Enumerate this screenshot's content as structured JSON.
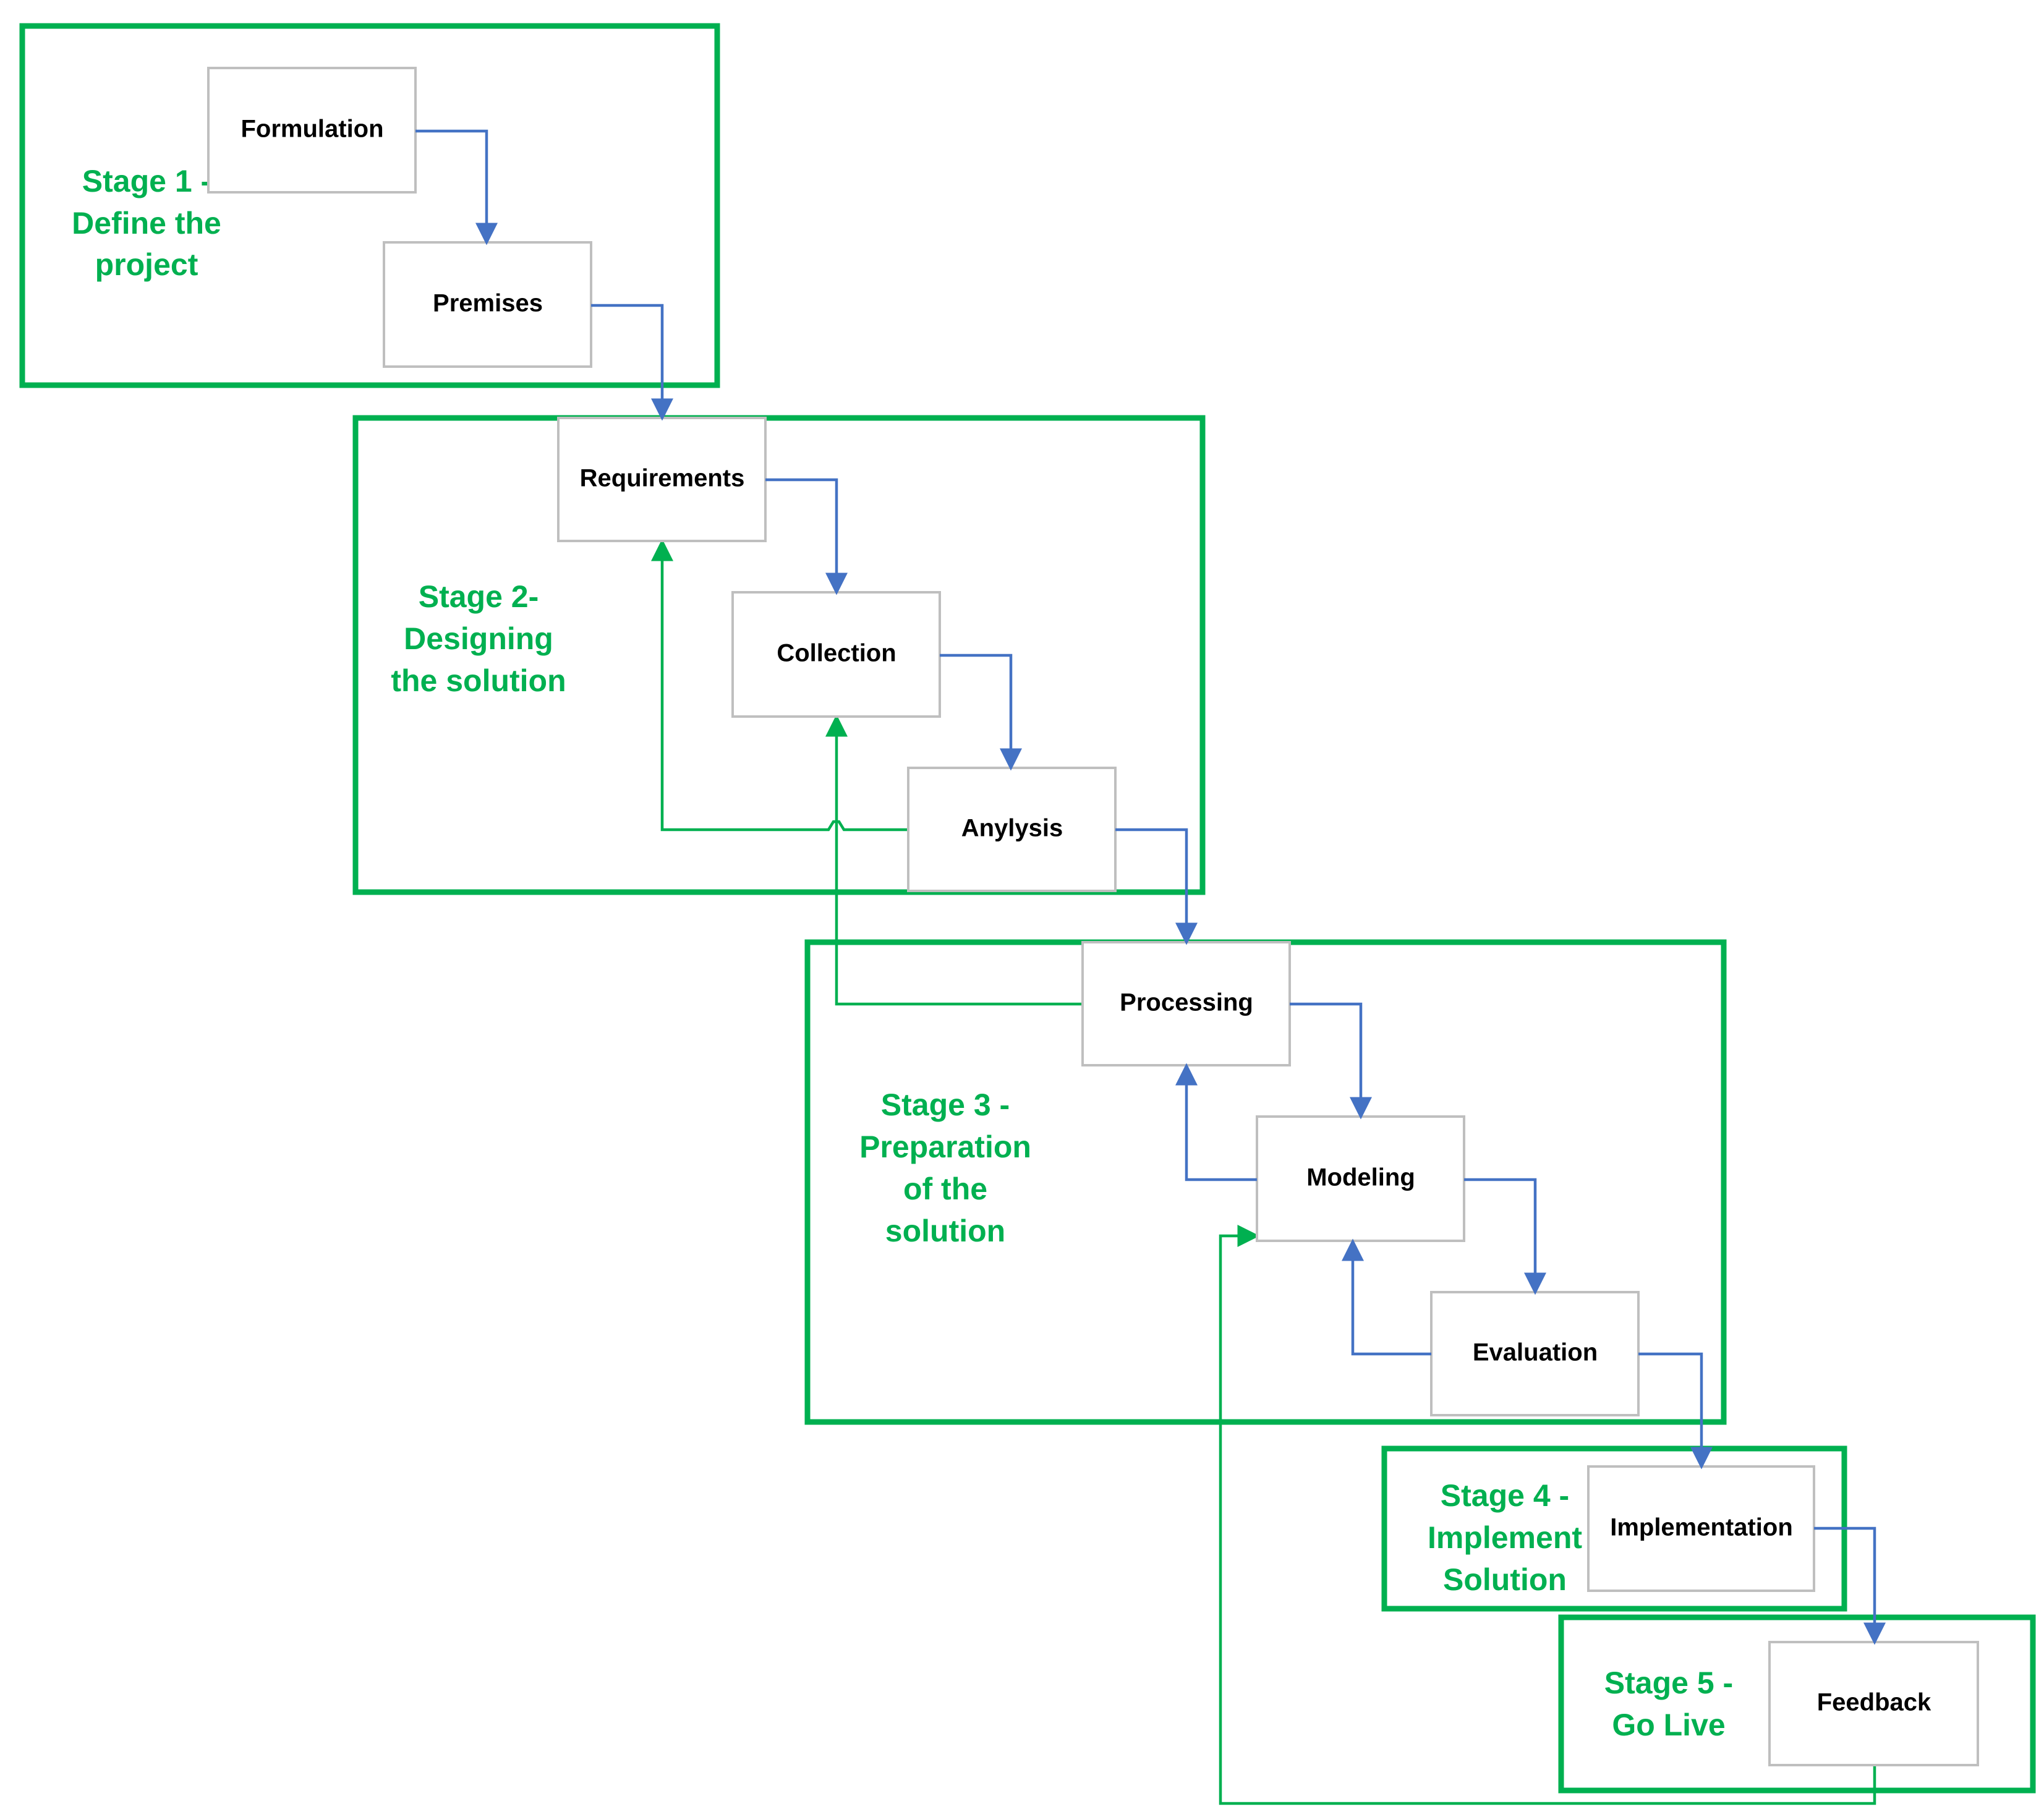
{
  "colors": {
    "stage_green": "#00b050",
    "flow_blue": "#4472c4",
    "feedback_green": "#00b050",
    "box_border": "#bfbfbf",
    "text": "#000000"
  },
  "stages": [
    {
      "id": "stage-1",
      "lines": [
        "Stage 1 -",
        "Define the",
        "project"
      ]
    },
    {
      "id": "stage-2",
      "lines": [
        "Stage 2-",
        "Designing",
        "the solution"
      ]
    },
    {
      "id": "stage-3",
      "lines": [
        "Stage 3 -",
        "Preparation",
        "of the",
        "solution"
      ]
    },
    {
      "id": "stage-4",
      "lines": [
        "Stage 4 -",
        "Implement",
        "Solution"
      ]
    },
    {
      "id": "stage-5",
      "lines": [
        "Stage 5 -",
        "Go Live"
      ]
    }
  ],
  "steps": [
    {
      "id": "formulation",
      "label": "Formulation",
      "stage": "stage-1"
    },
    {
      "id": "premises",
      "label": "Premises",
      "stage": "stage-1"
    },
    {
      "id": "requirements",
      "label": "Requirements",
      "stage": "stage-2"
    },
    {
      "id": "collection",
      "label": "Collection",
      "stage": "stage-2"
    },
    {
      "id": "anylysis",
      "label": "Anylysis",
      "stage": "stage-2"
    },
    {
      "id": "processing",
      "label": "Processing",
      "stage": "stage-3"
    },
    {
      "id": "modeling",
      "label": "Modeling",
      "stage": "stage-3"
    },
    {
      "id": "evaluation",
      "label": "Evaluation",
      "stage": "stage-3"
    },
    {
      "id": "implementation",
      "label": "Implementation",
      "stage": "stage-4"
    },
    {
      "id": "feedback",
      "label": "Feedback",
      "stage": "stage-5"
    }
  ],
  "connections": [
    {
      "from": "formulation",
      "to": "premises",
      "kind": "forward"
    },
    {
      "from": "premises",
      "to": "requirements",
      "kind": "forward"
    },
    {
      "from": "requirements",
      "to": "collection",
      "kind": "forward"
    },
    {
      "from": "collection",
      "to": "anylysis",
      "kind": "forward"
    },
    {
      "from": "anylysis",
      "to": "processing",
      "kind": "forward"
    },
    {
      "from": "processing",
      "to": "modeling",
      "kind": "forward"
    },
    {
      "from": "modeling",
      "to": "evaluation",
      "kind": "forward"
    },
    {
      "from": "evaluation",
      "to": "implementation",
      "kind": "forward"
    },
    {
      "from": "implementation",
      "to": "feedback",
      "kind": "forward"
    },
    {
      "from": "modeling",
      "to": "processing",
      "kind": "iterate"
    },
    {
      "from": "evaluation",
      "to": "modeling",
      "kind": "iterate"
    },
    {
      "from": "anylysis",
      "to": "requirements",
      "kind": "loop-back"
    },
    {
      "from": "processing",
      "to": "collection",
      "kind": "loop-back"
    },
    {
      "from": "feedback",
      "to": "modeling",
      "kind": "loop-back"
    }
  ]
}
